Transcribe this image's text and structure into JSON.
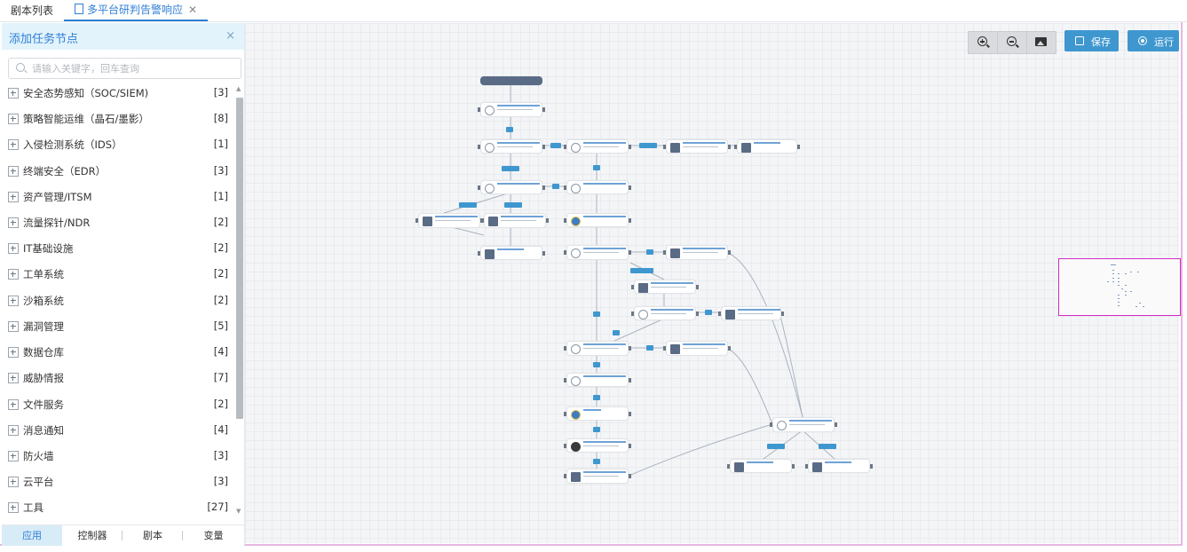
{
  "tabs": {
    "list_label": "剧本列表",
    "active_label": "多平台研判告警响应",
    "close_glyph": "✕"
  },
  "sidebar": {
    "title": "添加任务节点",
    "close_glyph": "×",
    "search_placeholder": "请输入关键字，回车查询",
    "categories": [
      {
        "label": "安全态势感知（SOC/SIEM)",
        "count": "[3]"
      },
      {
        "label": "策略智能运维（晶石/墨影）",
        "count": "[8]"
      },
      {
        "label": "入侵检测系统（IDS）",
        "count": "[1]"
      },
      {
        "label": "终端安全（EDR）",
        "count": "[3]"
      },
      {
        "label": "资产管理/ITSM",
        "count": "[1]"
      },
      {
        "label": "流量探针/NDR",
        "count": "[2]"
      },
      {
        "label": "IT基础设施",
        "count": "[2]"
      },
      {
        "label": "工单系统",
        "count": "[2]"
      },
      {
        "label": "沙箱系统",
        "count": "[2]"
      },
      {
        "label": "漏洞管理",
        "count": "[5]"
      },
      {
        "label": "数据仓库",
        "count": "[4]"
      },
      {
        "label": "威胁情报",
        "count": "[7]"
      },
      {
        "label": "文件服务",
        "count": "[2]"
      },
      {
        "label": "消息通知",
        "count": "[4]"
      },
      {
        "label": "防火墙",
        "count": "[3]"
      },
      {
        "label": "云平台",
        "count": "[3]"
      },
      {
        "label": "工具",
        "count": "[27]"
      }
    ],
    "bottom_tabs": [
      "应用",
      "控制器",
      "剧本",
      "变量"
    ],
    "active_bottom_tab": "应用"
  },
  "toolbar": {
    "zoom_in_icon": "zoom-in-icon",
    "zoom_out_icon": "zoom-out-icon",
    "image_icon": "image-icon",
    "save_label": "保存",
    "run_label": "运行"
  },
  "colors": {
    "accent": "#3f97cf",
    "sidebar_header_bg": "#e2f3fb",
    "minimap_border": "#d22ac6",
    "canvas_bg": "#f4f5f7"
  }
}
